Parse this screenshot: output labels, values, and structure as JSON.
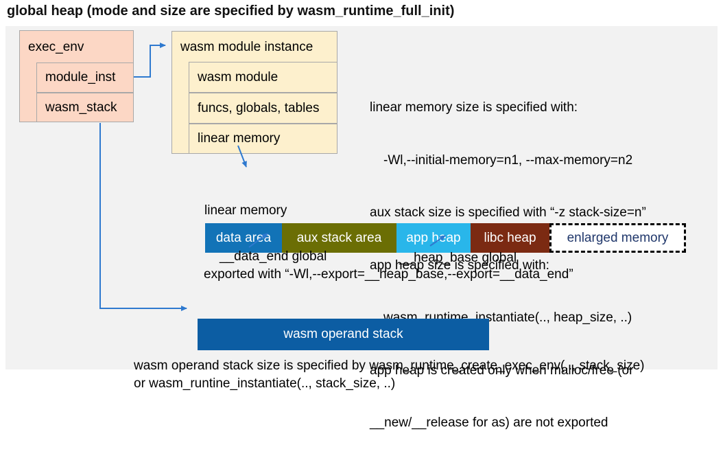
{
  "title": "global heap (mode and size are specified by wasm_runtime_full_init)",
  "colors": {
    "panel_bg": "#f2f2f2",
    "pink_fill": "#fcd7c5",
    "cream_fill": "#fdf0cd",
    "box_border": "#a8a8a8",
    "arrow": "#2e79cf"
  },
  "exec_env": {
    "title": "exec_env",
    "rows": [
      "module_inst",
      "wasm_stack"
    ]
  },
  "module_instance": {
    "title": "wasm module instance",
    "rows": [
      "wasm module",
      "funcs, globals, tables",
      "linear memory"
    ]
  },
  "notes_right": {
    "lines": [
      "linear memory size is specified with:",
      "-Wl,--initial-memory=n1, --max-memory=n2",
      "aux stack size is specified with “-z stack-size=n”",
      "app heap size is specified with:",
      "wasm_runtime_instantiate(.., heap_size, ..)",
      "app heap is created only when malloc/free (or",
      "__new/__release for as) are not exported"
    ]
  },
  "linear_memory": {
    "label": "linear memory",
    "segments": [
      {
        "label": "data area",
        "color": "#1273b7",
        "text_color": "#ffffff"
      },
      {
        "label": "aux stack area",
        "color": "#6b6e04",
        "text_color": "#ffffff"
      },
      {
        "label": "app heap",
        "color": "#29b6ea",
        "text_color": "#ffffff"
      },
      {
        "label": "libc heap",
        "color": "#7b2a12",
        "text_color": "#ffffff"
      },
      {
        "label": "enlarged memory",
        "color": "#ffffff",
        "text_color": "#20376b"
      }
    ]
  },
  "annotations": {
    "data_end_label": "__data_end global",
    "heap_base_label": "__heap_base global",
    "export_line": "exported with “-Wl,--export=__heap_base,--export=__data_end”"
  },
  "operand_stack": {
    "label": "wasm operand stack",
    "color": "#0c5da3",
    "text_color": "#ffffff"
  },
  "notes_bottom": {
    "lines": [
      "wasm operand stack size is specified by wasm_runtime_create_exec_env(.., stack_size)",
      "or wasm_runtine_instantiate(.., stack_size, ..)"
    ]
  }
}
